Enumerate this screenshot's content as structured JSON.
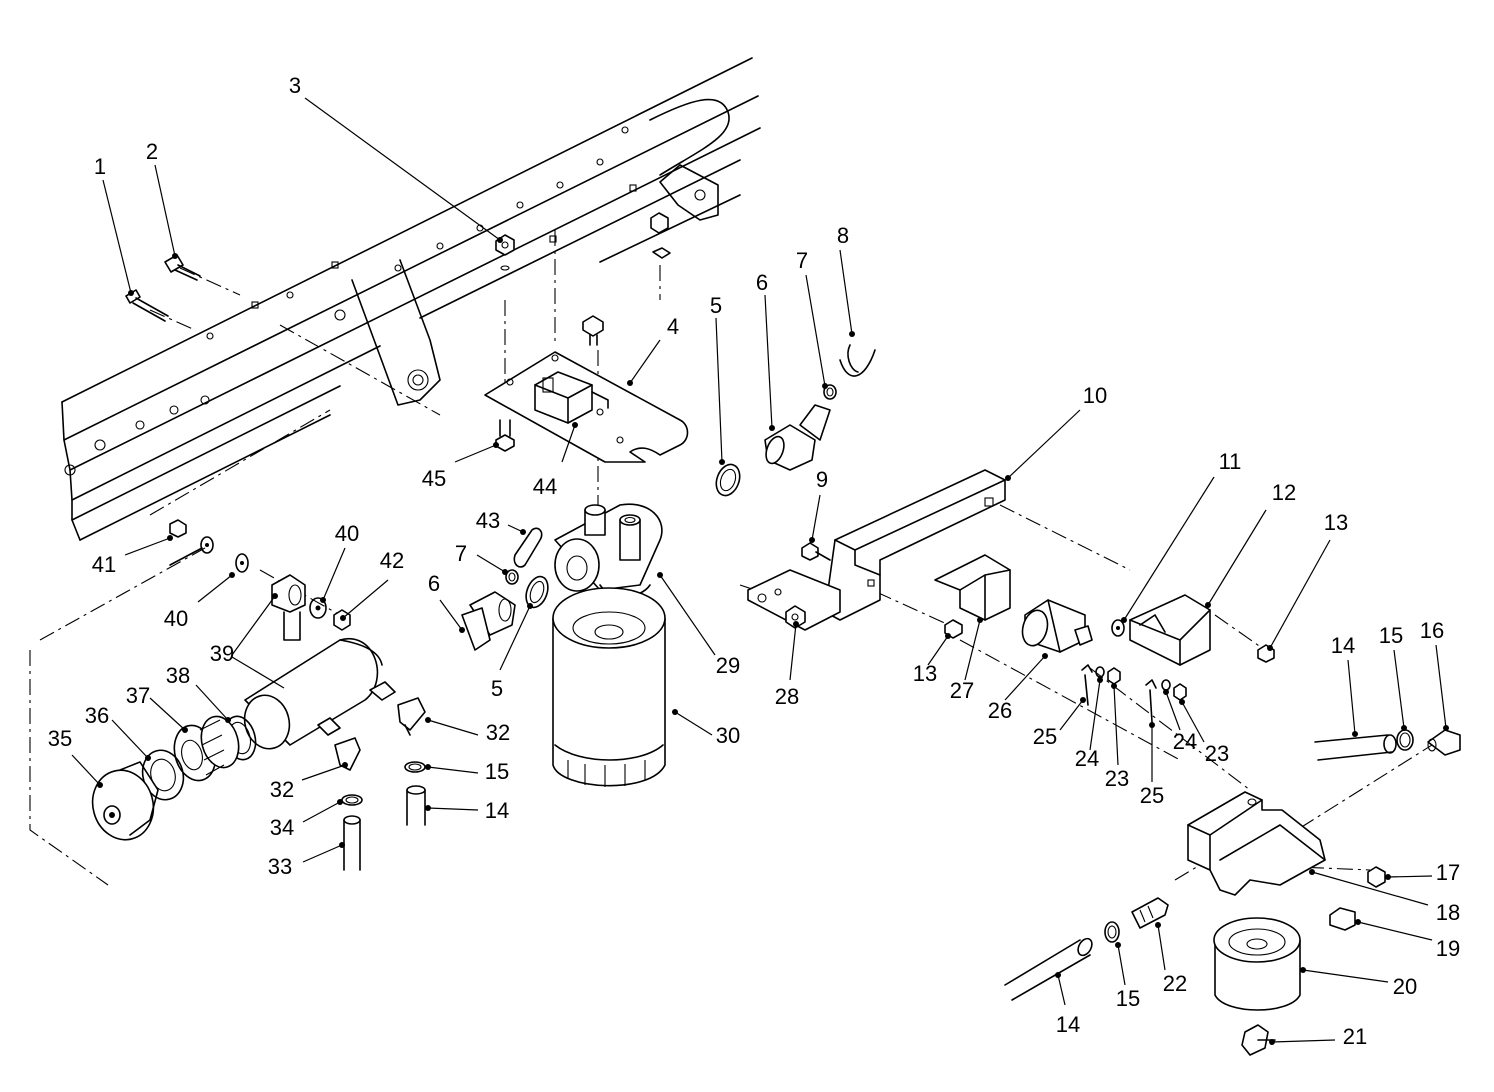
{
  "callouts": [
    {
      "id": "c1",
      "text": "1"
    },
    {
      "id": "c2",
      "text": "2"
    },
    {
      "id": "c3",
      "text": "3"
    },
    {
      "id": "c4",
      "text": "4"
    },
    {
      "id": "c5a",
      "text": "5"
    },
    {
      "id": "c5b",
      "text": "5"
    },
    {
      "id": "c6a",
      "text": "6"
    },
    {
      "id": "c6b",
      "text": "6"
    },
    {
      "id": "c7a",
      "text": "7"
    },
    {
      "id": "c7b",
      "text": "7"
    },
    {
      "id": "c8",
      "text": "8"
    },
    {
      "id": "c9",
      "text": "9"
    },
    {
      "id": "c10",
      "text": "10"
    },
    {
      "id": "c11",
      "text": "11"
    },
    {
      "id": "c12",
      "text": "12"
    },
    {
      "id": "c13a",
      "text": "13"
    },
    {
      "id": "c13b",
      "text": "13"
    },
    {
      "id": "c14a",
      "text": "14"
    },
    {
      "id": "c14b",
      "text": "14"
    },
    {
      "id": "c14c",
      "text": "14"
    },
    {
      "id": "c15a",
      "text": "15"
    },
    {
      "id": "c15b",
      "text": "15"
    },
    {
      "id": "c15c",
      "text": "15"
    },
    {
      "id": "c16",
      "text": "16"
    },
    {
      "id": "c17",
      "text": "17"
    },
    {
      "id": "c18",
      "text": "18"
    },
    {
      "id": "c19",
      "text": "19"
    },
    {
      "id": "c20",
      "text": "20"
    },
    {
      "id": "c21",
      "text": "21"
    },
    {
      "id": "c22",
      "text": "22"
    },
    {
      "id": "c23a",
      "text": "23"
    },
    {
      "id": "c23b",
      "text": "23"
    },
    {
      "id": "c24a",
      "text": "24"
    },
    {
      "id": "c24b",
      "text": "24"
    },
    {
      "id": "c25a",
      "text": "25"
    },
    {
      "id": "c25b",
      "text": "25"
    },
    {
      "id": "c26",
      "text": "26"
    },
    {
      "id": "c27",
      "text": "27"
    },
    {
      "id": "c28",
      "text": "28"
    },
    {
      "id": "c29",
      "text": "29"
    },
    {
      "id": "c30",
      "text": "30"
    },
    {
      "id": "c32a",
      "text": "32"
    },
    {
      "id": "c32b",
      "text": "32"
    },
    {
      "id": "c33",
      "text": "33"
    },
    {
      "id": "c34",
      "text": "34"
    },
    {
      "id": "c35",
      "text": "35"
    },
    {
      "id": "c36",
      "text": "36"
    },
    {
      "id": "c37",
      "text": "37"
    },
    {
      "id": "c38",
      "text": "38"
    },
    {
      "id": "c39",
      "text": "39"
    },
    {
      "id": "c40a",
      "text": "40"
    },
    {
      "id": "c40b",
      "text": "40"
    },
    {
      "id": "c41",
      "text": "41"
    },
    {
      "id": "c42",
      "text": "42"
    },
    {
      "id": "c43",
      "text": "43"
    },
    {
      "id": "c44",
      "text": "44"
    },
    {
      "id": "c45",
      "text": "45"
    }
  ]
}
